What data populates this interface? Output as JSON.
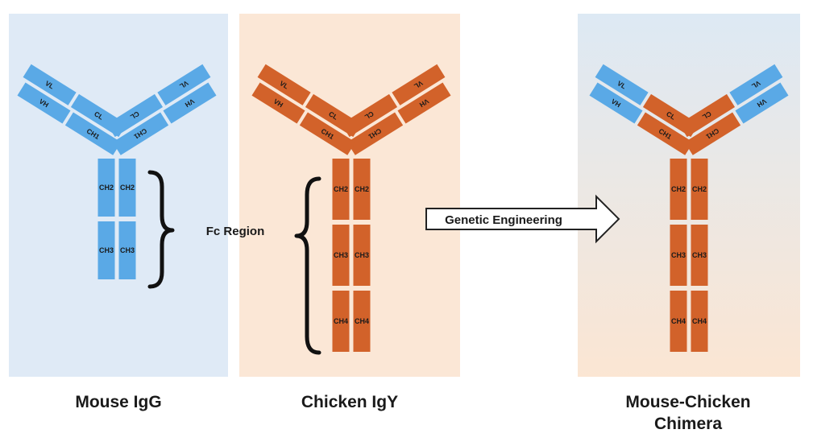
{
  "colors": {
    "mouse_chain": "#5aa9e6",
    "chicken_chain": "#d2622a",
    "mouse_panel_bg": "#dfeaf6",
    "chicken_panel_bg": "#fbe7d6",
    "chimera_panel_top": "#dde9f4",
    "chimera_panel_bottom": "#fbe6d3",
    "text": "#1a1a1a"
  },
  "labels": {
    "fc_region": "Fc Region",
    "arrow": "Genetic Engineering"
  },
  "domains": {
    "vl": "VL",
    "vh": "VH",
    "cl": "CL",
    "ch1": "CH1",
    "ch2": "CH2",
    "ch3": "CH3",
    "ch4": "CH4"
  },
  "antibodies": [
    {
      "id": "mouse-igg",
      "caption_line1": "Mouse IgG",
      "caption_line2": "",
      "arm_v": "mouse",
      "arm_c": "mouse",
      "fc": "mouse",
      "fc_domains": [
        "CH2",
        "CH3"
      ]
    },
    {
      "id": "chicken-igy",
      "caption_line1": "Chicken IgY",
      "caption_line2": "",
      "arm_v": "chicken",
      "arm_c": "chicken",
      "fc": "chicken",
      "fc_domains": [
        "CH2",
        "CH3",
        "CH4"
      ]
    },
    {
      "id": "mouse-chicken-chimera",
      "caption_line1": "Mouse-Chicken",
      "caption_line2": "Chimera",
      "arm_v": "mouse",
      "arm_c": "chicken",
      "fc": "chicken",
      "fc_domains": [
        "CH2",
        "CH3",
        "CH4"
      ]
    }
  ]
}
